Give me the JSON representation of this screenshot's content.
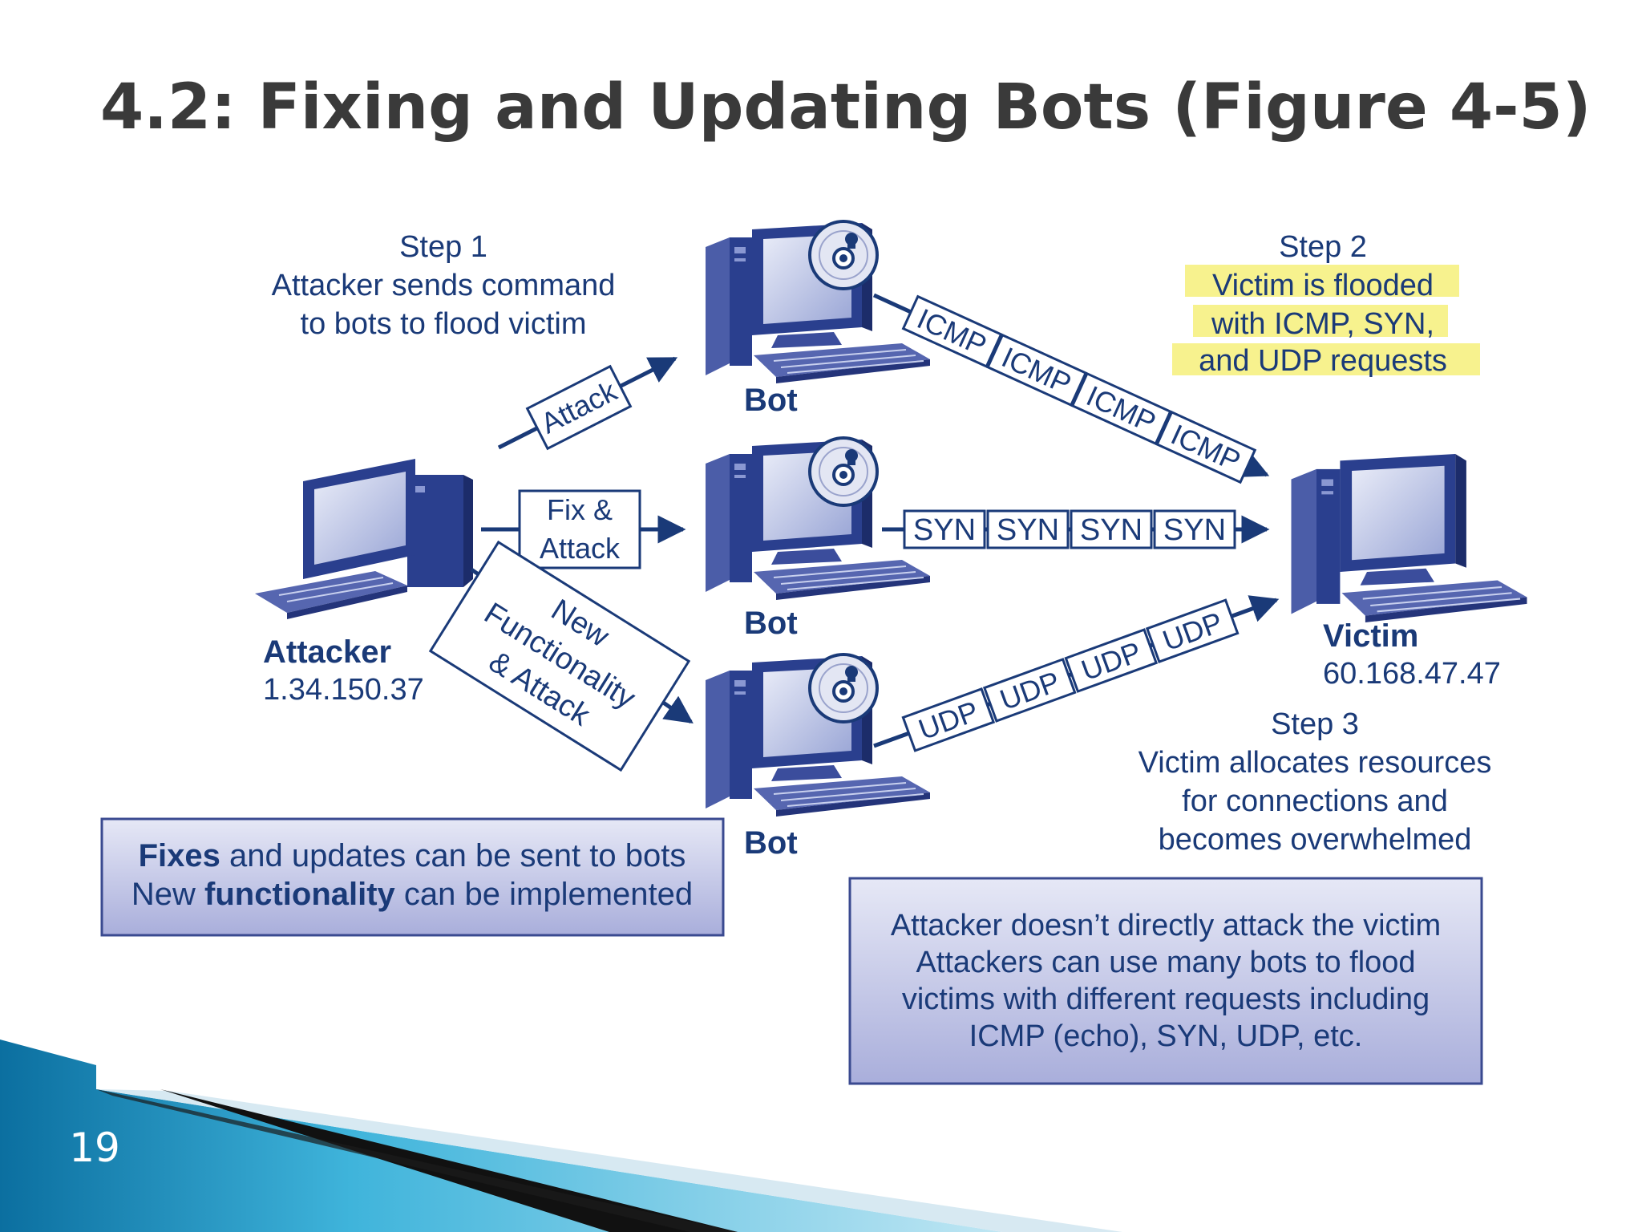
{
  "slide": {
    "title": "4.2: Fixing and Updating Bots (Figure 4-5)",
    "page_number": "19"
  },
  "colors": {
    "navy": "#1a3a78",
    "box_fill": "#c8cce8",
    "highlight": "#f6f07a",
    "footer_blue": "#1f8fc0",
    "monitor": "#2a3f8e"
  },
  "step1": {
    "heading": "Step 1",
    "line1": "Attacker sends command",
    "line2": "to bots to flood victim"
  },
  "step2": {
    "heading": "Step 2",
    "line1": "Victim is flooded",
    "line2": "with ICMP, SYN,",
    "line3": "and UDP requests"
  },
  "step3": {
    "heading": "Step 3",
    "line1": "Victim allocates resources",
    "line2": "for connections and",
    "line3": "becomes overwhelmed"
  },
  "attacker": {
    "label": "Attacker",
    "ip": "1.34.150.37"
  },
  "victim": {
    "label": "Victim",
    "ip": "60.168.47.47"
  },
  "bots": {
    "top": "Bot",
    "middle": "Bot",
    "bottom": "Bot"
  },
  "commands": {
    "attack": "Attack",
    "fix_line1": "Fix &",
    "fix_line2": "Attack",
    "new_line1": "New",
    "new_line2": "Functionality",
    "new_line3": "& Attack"
  },
  "packets": {
    "icmp": [
      "ICMP",
      "ICMP",
      "ICMP",
      "ICMP"
    ],
    "syn": [
      "SYN",
      "SYN",
      "SYN",
      "SYN"
    ],
    "udp": [
      "UDP",
      "UDP",
      "UDP",
      "UDP"
    ]
  },
  "callout_left": {
    "line1_bold": "Fixes",
    "line1_rest": " and updates can be sent to bots",
    "line2_start": "New ",
    "line2_bold": "functionality",
    "line2_rest": " can be implemented"
  },
  "callout_right": {
    "line1": "Attacker doesn’t directly attack the victim",
    "line2": "Attackers can use many bots to flood",
    "line3": "victims with different requests including",
    "line4": "ICMP (echo), SYN, UDP, etc."
  },
  "icons": {
    "attacker": "laptop-computer-icon",
    "bot": "desktop-computer-icon",
    "infection": "skull-disc-icon",
    "victim": "desktop-computer-icon"
  }
}
